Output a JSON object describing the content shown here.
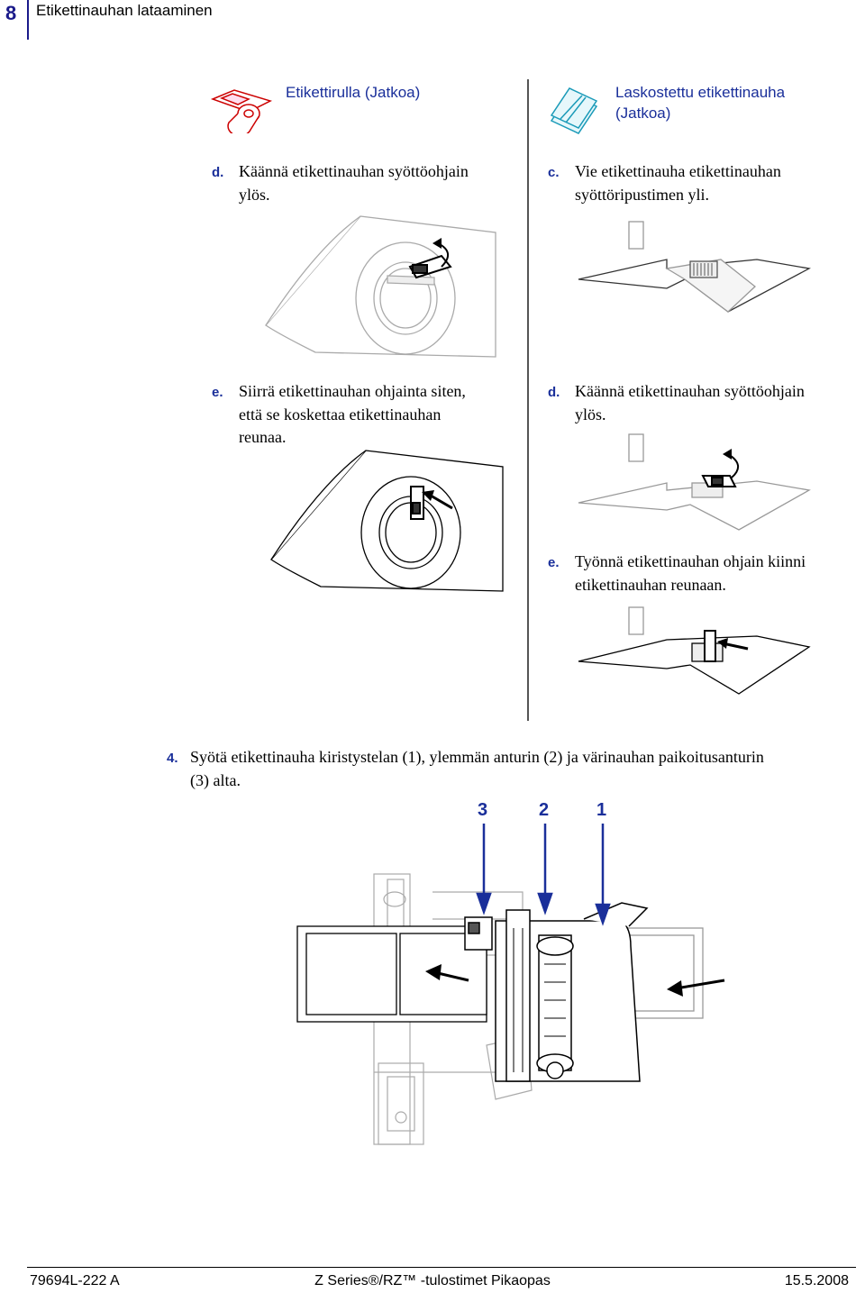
{
  "header": {
    "page_number": "8",
    "title": "Etikettinauhan lataaminen"
  },
  "left": {
    "title": "Etikettirulla (Jatkoa)",
    "steps": [
      {
        "letter": "d.",
        "line1": "Käännä etikettinauhan syöttöohjain",
        "line2": "ylös."
      },
      {
        "letter": "e.",
        "line1": "Siirrä etikettinauhan ohjainta siten,",
        "line2": "että se koskettaa etikettinauhan",
        "line3": "reunaa."
      }
    ]
  },
  "right": {
    "title_line1": "Laskostettu etikettinauha",
    "title_line2": "(Jatkoa)",
    "steps": [
      {
        "letter": "c.",
        "line1": "Vie etikettinauha etikettinauhan",
        "line2": "syöttöripustimen yli."
      },
      {
        "letter": "d.",
        "line1": "Käännä etikettinauhan syöttöohjain",
        "line2": "ylös."
      },
      {
        "letter": "e.",
        "line1": "Työnnä etikettinauhan ohjain kiinni",
        "line2": "etikettinauhan reunaan."
      }
    ]
  },
  "step4": {
    "number": "4.",
    "line1": "Syötä etikettinauha kiristystelan (1), ylemmän anturin (2) ja värinauhan paikoitusanturin",
    "line2": "(3) alta."
  },
  "callouts": [
    "3",
    "2",
    "1"
  ],
  "footer": {
    "left": "79694L-222 A",
    "center": "Z Series®/RZ™ -tulostimet Pikaopas",
    "right": "15.5.2008"
  }
}
